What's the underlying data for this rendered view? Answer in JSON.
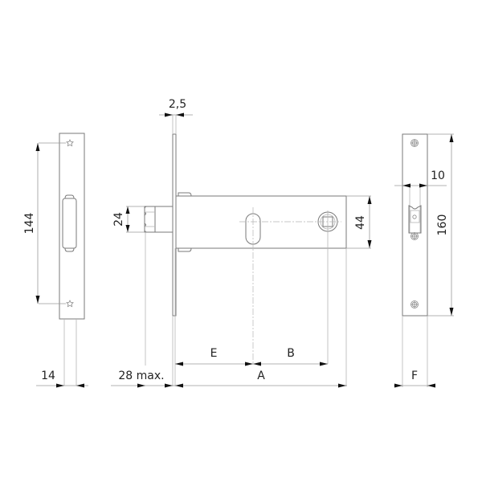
{
  "drawing": {
    "title": "Mortice lock technical drawing",
    "colors": {
      "line": "#7a7a7a",
      "dimension": "#9a9a9a",
      "text": "#222222",
      "arrow": "#111111"
    }
  },
  "dimensions": {
    "faceplate_height": "144",
    "faceplate_width": "14",
    "faceplate_thickness": "2,5",
    "latch_height": "24",
    "latch_projection": "28 max.",
    "body_height": "44",
    "backset_E": "E",
    "spindle_B": "B",
    "body_depth_A": "A",
    "strike_height": "160",
    "strike_offset": "10",
    "strike_width_F": "F"
  }
}
